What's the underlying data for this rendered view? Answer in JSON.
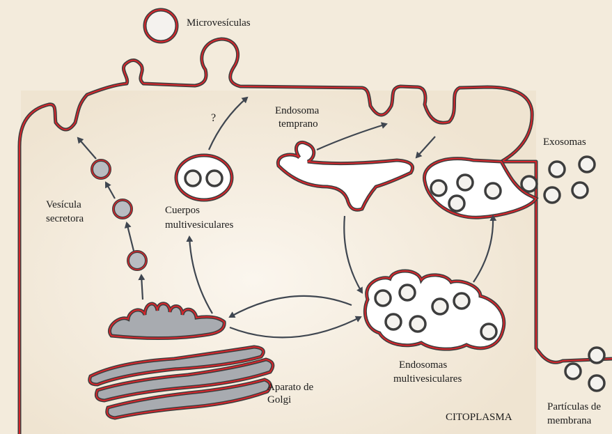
{
  "labels": {
    "microvesiculas": "Microvesículas",
    "question": "?",
    "endosoma_temprano_1": "Endosoma",
    "endosoma_temprano_2": "temprano",
    "exosomas": "Exosomas",
    "vesicula_1": "Vesícula",
    "vesicula_2": "secretora",
    "cuerpos_1": "Cuerpos",
    "cuerpos_2": "multivesiculares",
    "endosomas_mv_1": "Endosomas",
    "endosomas_mv_2": "multivesiculares",
    "golgi_1": "Aparato de",
    "golgi_2": "Golgi",
    "citoplasma": "CITOPLASMA",
    "particulas_1": "Partículas de",
    "particulas_2": "membrana"
  },
  "colors": {
    "background": "#f3ebdc",
    "cell_fill": "#f1e7d6",
    "membrane_dark": "#3d3d3d",
    "membrane_red": "#d8262c",
    "vesicle_fill": "#f4f2ee",
    "golgi_fill": "#a8abb0",
    "arrow": "#3f4650"
  }
}
